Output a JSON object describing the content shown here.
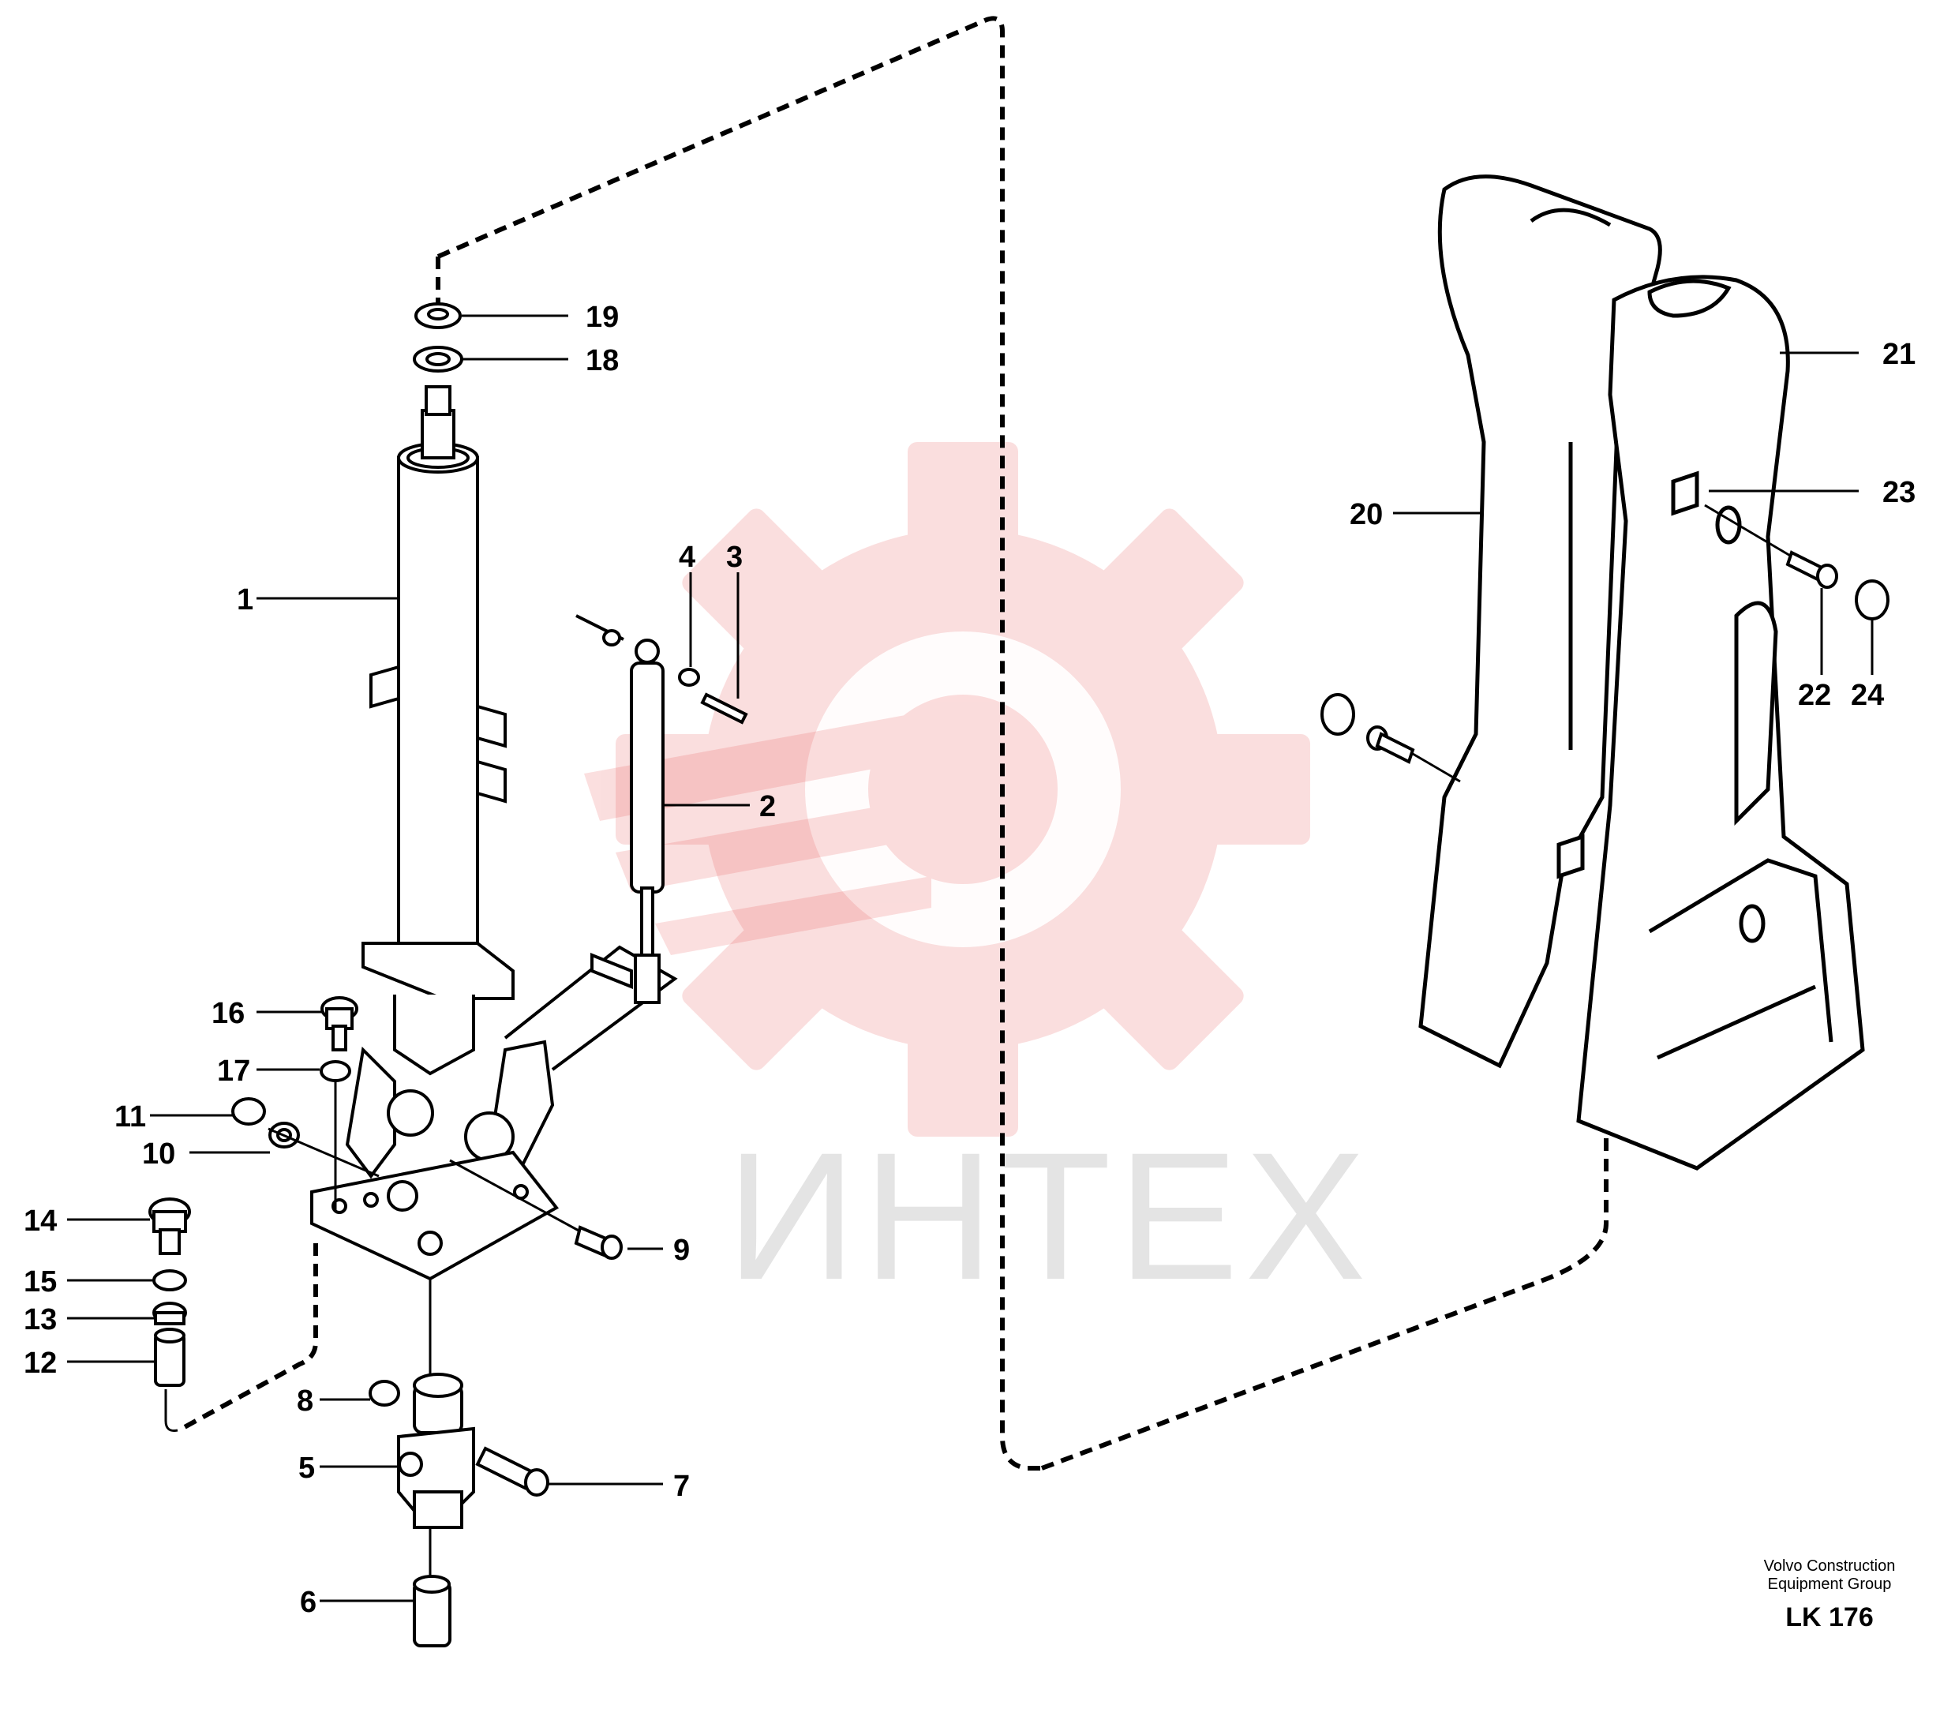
{
  "diagram": {
    "callouts": [
      {
        "id": "c1",
        "number": "1"
      },
      {
        "id": "c2",
        "number": "2"
      },
      {
        "id": "c3",
        "number": "3"
      },
      {
        "id": "c4",
        "number": "4"
      },
      {
        "id": "c5",
        "number": "5"
      },
      {
        "id": "c6",
        "number": "6"
      },
      {
        "id": "c7",
        "number": "7"
      },
      {
        "id": "c8",
        "number": "8"
      },
      {
        "id": "c9",
        "number": "9"
      },
      {
        "id": "c10",
        "number": "10"
      },
      {
        "id": "c11",
        "number": "11"
      },
      {
        "id": "c12",
        "number": "12"
      },
      {
        "id": "c13",
        "number": "13"
      },
      {
        "id": "c14",
        "number": "14"
      },
      {
        "id": "c15",
        "number": "15"
      },
      {
        "id": "c16",
        "number": "16"
      },
      {
        "id": "c17",
        "number": "17"
      },
      {
        "id": "c18",
        "number": "18"
      },
      {
        "id": "c19",
        "number": "19"
      },
      {
        "id": "c20",
        "number": "20"
      },
      {
        "id": "c21",
        "number": "21"
      },
      {
        "id": "c22",
        "number": "22"
      },
      {
        "id": "c23",
        "number": "23"
      },
      {
        "id": "c24",
        "number": "24"
      }
    ]
  },
  "footer": {
    "company_line1": "Volvo Construction",
    "company_line2": "Equipment Group",
    "code": "LK 176"
  },
  "watermark": {
    "text": "ИНТЕХ",
    "color": "#e63a3a"
  }
}
